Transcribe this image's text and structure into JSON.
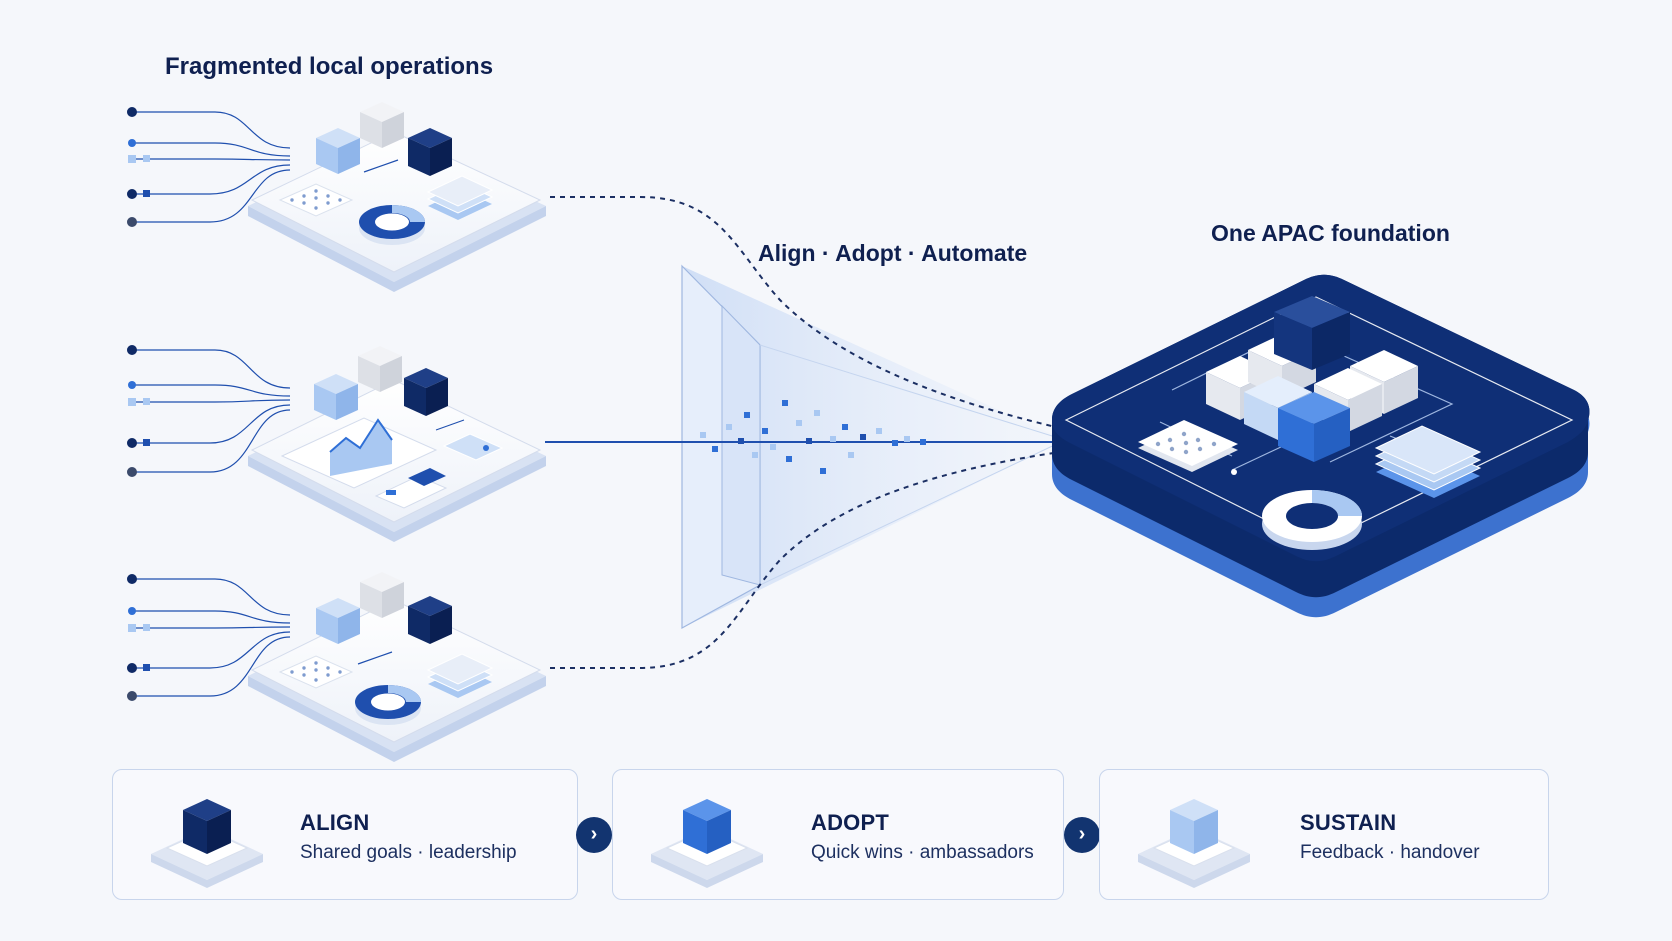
{
  "left_title": "Fragmented local operations",
  "middle_title": "Align · Adopt · Automate",
  "right_title": "One APAC foundation",
  "colors": {
    "navy": "#0f2a66",
    "mid_blue": "#2f6fd6",
    "light_blue": "#a9c8f2",
    "pale": "#eef2f9"
  },
  "steps": [
    {
      "title": "ALIGN",
      "subtitle": "Shared goals · leadership",
      "icon": "dark-cube-icon"
    },
    {
      "title": "ADOPT",
      "subtitle": "Quick wins · ambassadors",
      "icon": "blue-cube-icon"
    },
    {
      "title": "SUSTAIN",
      "subtitle": "Feedback · handover",
      "icon": "light-cube-icon"
    }
  ],
  "step_arrow_icon": "chevron-right-icon"
}
